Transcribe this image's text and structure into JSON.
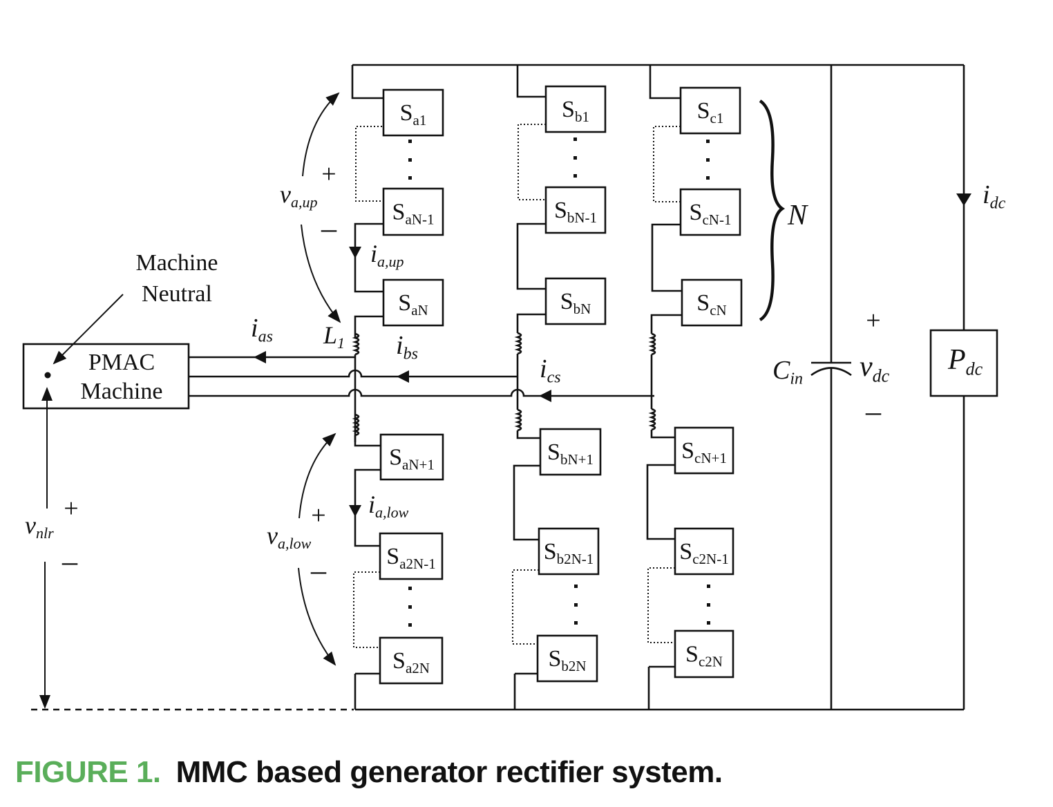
{
  "figure": {
    "caption_number": "FIGURE 1.",
    "caption_text": "MMC based generator rectifier system.",
    "caption_number_color": "#5aae5a"
  },
  "machine": {
    "line1": "PMAC",
    "line2": "Machine",
    "neutral_label_line1": "Machine",
    "neutral_label_line2": "Neutral"
  },
  "submodules": {
    "a_upper": [
      {
        "base": "S",
        "sub": "a1"
      },
      {
        "base": "S",
        "sub": "aN-1"
      },
      {
        "base": "S",
        "sub": "aN"
      }
    ],
    "b_upper": [
      {
        "base": "S",
        "sub": "b1"
      },
      {
        "base": "S",
        "sub": "bN-1"
      },
      {
        "base": "S",
        "sub": "bN"
      }
    ],
    "c_upper": [
      {
        "base": "S",
        "sub": "c1"
      },
      {
        "base": "S",
        "sub": "cN-1"
      },
      {
        "base": "S",
        "sub": "cN"
      }
    ],
    "a_lower": [
      {
        "base": "S",
        "sub": "aN+1"
      },
      {
        "base": "S",
        "sub": "a2N-1"
      },
      {
        "base": "S",
        "sub": "a2N"
      }
    ],
    "b_lower": [
      {
        "base": "S",
        "sub": "bN+1"
      },
      {
        "base": "S",
        "sub": "b2N-1"
      },
      {
        "base": "S",
        "sub": "b2N"
      }
    ],
    "c_lower": [
      {
        "base": "S",
        "sub": "cN+1"
      },
      {
        "base": "S",
        "sub": "c2N-1"
      },
      {
        "base": "S",
        "sub": "c2N"
      }
    ]
  },
  "labels": {
    "v_a_up": {
      "base": "v",
      "sub": "a,up"
    },
    "v_a_low": {
      "base": "v",
      "sub": "a,low"
    },
    "i_a_up": {
      "base": "i",
      "sub": "a,up"
    },
    "i_a_low": {
      "base": "i",
      "sub": "a,low"
    },
    "i_as": {
      "base": "i",
      "sub": "as"
    },
    "i_bs": {
      "base": "i",
      "sub": "bs"
    },
    "i_cs": {
      "base": "i",
      "sub": "cs"
    },
    "L1": {
      "base": "L",
      "sub": "1"
    },
    "v_nlr": {
      "base": "v",
      "sub": "nlr"
    },
    "C_in": {
      "base": "C",
      "sub": "in"
    },
    "v_dc": {
      "base": "v",
      "sub": "dc"
    },
    "i_dc": {
      "base": "i",
      "sub": "dc"
    },
    "P_dc": {
      "base": "P",
      "sub": "dc"
    },
    "N": "N",
    "plus": "+",
    "minus": "–"
  }
}
